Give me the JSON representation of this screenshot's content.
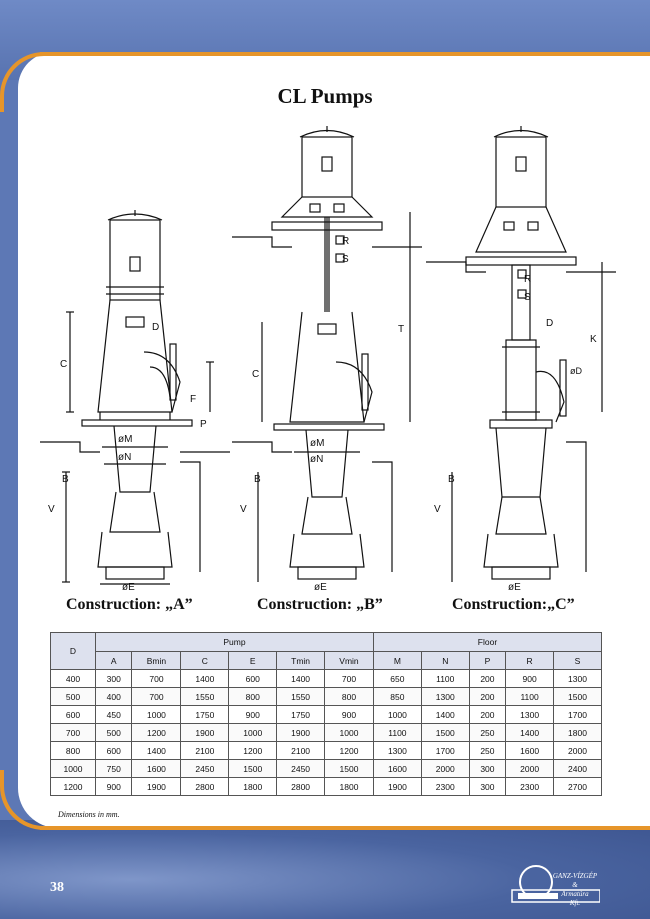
{
  "page": {
    "title": "CL Pumps",
    "page_number": "38",
    "note": "Dimensions in mm."
  },
  "captions": {
    "a": "Construction: „A”",
    "b": "Construction: „B”",
    "c": "Construction:„C”"
  },
  "drawing_labels": {
    "m": "øM",
    "n": "øN",
    "e": "øE",
    "d": "D",
    "c": "C",
    "f": "F",
    "p": "P",
    "v": "V",
    "b": "B",
    "r": "R",
    "s": "S",
    "t": "T",
    "k": "K",
    "od": "øD"
  },
  "logo": {
    "line1": "GANZ-VÍZGÉP",
    "line2": "&",
    "line3": "Armatúra",
    "line4": "Kft."
  },
  "table": {
    "group_pump": "Pump",
    "group_floor": "Floor",
    "col_d": "D",
    "pump_cols": [
      "A",
      "Bmin",
      "C",
      "E",
      "Tmin",
      "Vmin"
    ],
    "floor_cols": [
      "M",
      "N",
      "P",
      "R",
      "S"
    ],
    "rows": [
      {
        "d": "400",
        "pump": [
          "300",
          "700",
          "1400",
          "600",
          "1400",
          "700"
        ],
        "floor": [
          "650",
          "1100",
          "200",
          "900",
          "1300"
        ]
      },
      {
        "d": "500",
        "pump": [
          "400",
          "700",
          "1550",
          "800",
          "1550",
          "800"
        ],
        "floor": [
          "850",
          "1300",
          "200",
          "1100",
          "1500"
        ]
      },
      {
        "d": "600",
        "pump": [
          "450",
          "1000",
          "1750",
          "900",
          "1750",
          "900"
        ],
        "floor": [
          "1000",
          "1400",
          "200",
          "1300",
          "1700"
        ]
      },
      {
        "d": "700",
        "pump": [
          "500",
          "1200",
          "1900",
          "1000",
          "1900",
          "1000"
        ],
        "floor": [
          "1100",
          "1500",
          "250",
          "1400",
          "1800"
        ]
      },
      {
        "d": "800",
        "pump": [
          "600",
          "1400",
          "2100",
          "1200",
          "2100",
          "1200"
        ],
        "floor": [
          "1300",
          "1700",
          "250",
          "1600",
          "2000"
        ]
      },
      {
        "d": "1000",
        "pump": [
          "750",
          "1600",
          "2450",
          "1500",
          "2450",
          "1500"
        ],
        "floor": [
          "1600",
          "2000",
          "300",
          "2000",
          "2400"
        ]
      },
      {
        "d": "1200",
        "pump": [
          "900",
          "1900",
          "2800",
          "1800",
          "2800",
          "1800"
        ],
        "floor": [
          "1900",
          "2300",
          "300",
          "2300",
          "2700"
        ]
      }
    ]
  },
  "colors": {
    "accent": "#e6952a",
    "background": "#5d78b5",
    "table_header": "#dde1ee"
  }
}
